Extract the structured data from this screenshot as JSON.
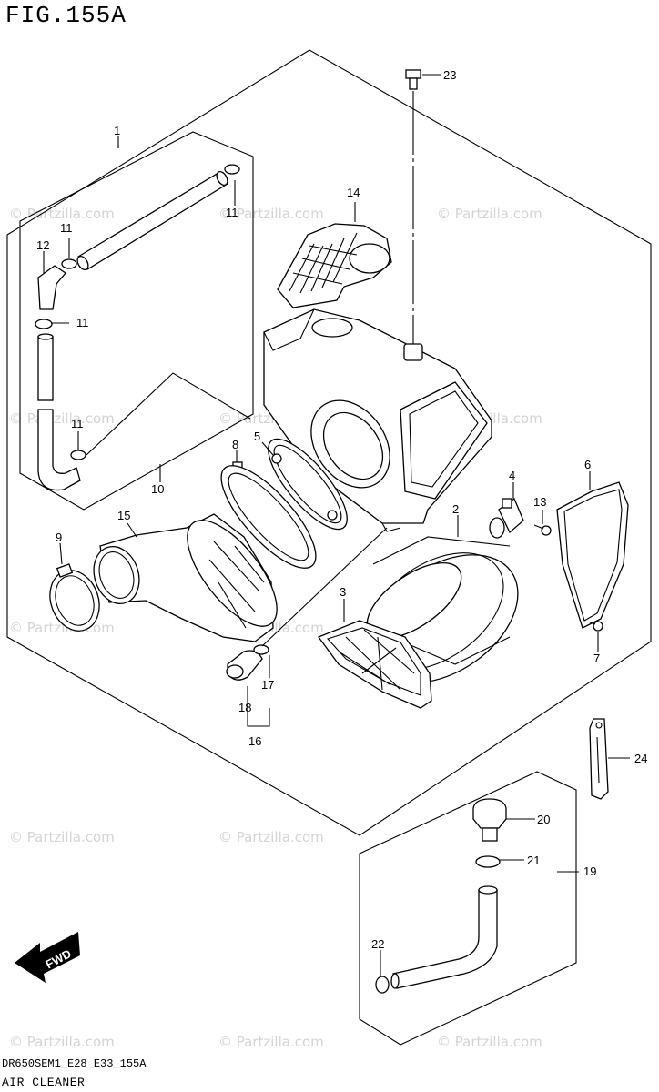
{
  "figure": {
    "title": "FIG.155A",
    "code": "DR650SEM1_E28_E33_155A",
    "name": "AIR CLEANER"
  },
  "orientation": {
    "label": "FWD"
  },
  "watermark": "© Partzilla.com",
  "callouts": [
    {
      "key": "c1",
      "label": "1"
    },
    {
      "key": "c2",
      "label": "2"
    },
    {
      "key": "c3",
      "label": "3"
    },
    {
      "key": "c4",
      "label": "4"
    },
    {
      "key": "c5",
      "label": "5"
    },
    {
      "key": "c6",
      "label": "6"
    },
    {
      "key": "c7",
      "label": "7"
    },
    {
      "key": "c8",
      "label": "8"
    },
    {
      "key": "c9",
      "label": "9"
    },
    {
      "key": "c10",
      "label": "10"
    },
    {
      "key": "c11a",
      "label": "11"
    },
    {
      "key": "c11b",
      "label": "11"
    },
    {
      "key": "c11c",
      "label": "11"
    },
    {
      "key": "c11d",
      "label": "11"
    },
    {
      "key": "c12",
      "label": "12"
    },
    {
      "key": "c13",
      "label": "13"
    },
    {
      "key": "c14",
      "label": "14"
    },
    {
      "key": "c15",
      "label": "15"
    },
    {
      "key": "c16",
      "label": "16"
    },
    {
      "key": "c17",
      "label": "17"
    },
    {
      "key": "c18",
      "label": "18"
    },
    {
      "key": "c19",
      "label": "19"
    },
    {
      "key": "c20",
      "label": "20"
    },
    {
      "key": "c21",
      "label": "21"
    },
    {
      "key": "c22",
      "label": "22"
    },
    {
      "key": "c23",
      "label": "23"
    },
    {
      "key": "c24",
      "label": "24"
    }
  ]
}
